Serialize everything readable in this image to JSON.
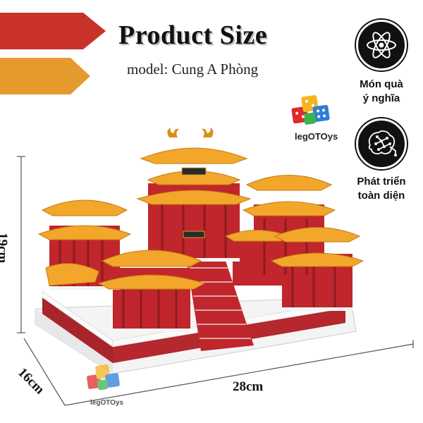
{
  "header": {
    "title": "Product Size",
    "model": "model: Cung A Phòng"
  },
  "features": [
    {
      "icon": "atom-icon",
      "label_line1": "Món quà",
      "label_line2": "ý nghĩa"
    },
    {
      "icon": "brain-icon",
      "label_line1": "Phát triển",
      "label_line2": "toàn diện"
    }
  ],
  "brand": {
    "name": "legOTOys",
    "small_name": "legOTOys"
  },
  "dimensions": {
    "height": "19cm",
    "depth": "16cm",
    "width": "28cm"
  },
  "colors": {
    "ribbon_red": "#c8322a",
    "ribbon_orange": "#e59a2e",
    "roof": "#f2a72b",
    "wall": "#c0262c",
    "base": "#f4f4f4"
  }
}
